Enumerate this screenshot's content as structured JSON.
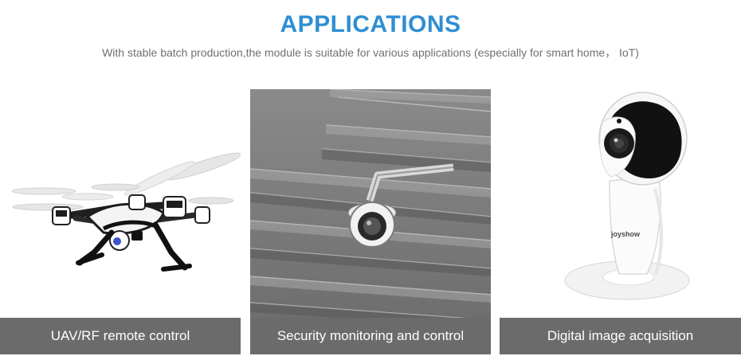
{
  "header": {
    "title": "APPLICATIONS",
    "subtitle": "With stable batch production,the module is suitable for various applications (especially for smart home， IoT)"
  },
  "colors": {
    "title": "#2f8ed3",
    "caption_bg": "#6b6b6b"
  },
  "cards": [
    {
      "caption": "UAV/RF remote control",
      "icon": "drone-image"
    },
    {
      "caption": "Security monitoring and control",
      "icon": "security-camera-image"
    },
    {
      "caption": "Digital image acquisition",
      "icon": "home-camera-image",
      "brand": "joyshow"
    }
  ]
}
